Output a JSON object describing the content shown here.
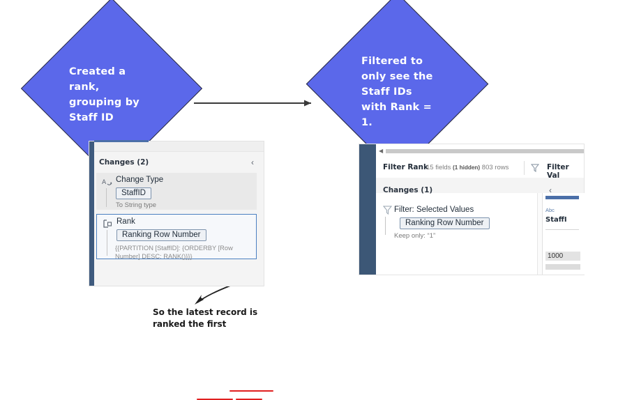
{
  "callouts": [
    {
      "id": "created-rank",
      "text": "Created a\nrank,\ngrouping by\nStaff ID",
      "color": "#5b68ea"
    },
    {
      "id": "filtered-rank",
      "text": "Filtered to\nonly see the\nStaff IDs\nwith Rank =\n1.",
      "color": "#5b68ea"
    }
  ],
  "left_panel": {
    "changes_header": "Changes (2)",
    "collapse_chevron": "‹",
    "cards": [
      {
        "icon": "change-type-icon",
        "title": "Change Type",
        "pill": "StaffID",
        "sub": "To String type"
      },
      {
        "icon": "rank-step-icon",
        "title": "Rank",
        "pill": "Ranking Row Number",
        "formula": "{{PARTITION [StaffID]: {ORDERBY [Row Number] DESC: RANK()}}}"
      }
    ]
  },
  "right_panel": {
    "toolbar": {
      "title": "Filter Rank",
      "fields": "15 fields",
      "hidden": "(1 hidden)",
      "rows": "803 rows",
      "filter_icon": "funnel-icon",
      "filter_label": "Filter Val"
    },
    "changes_header": "Changes (1)",
    "collapse_chevron": "‹",
    "card": {
      "icon": "funnel-icon",
      "title": "Filter: Selected Values",
      "pill": "Ranking Row Number",
      "sub": "Keep only: “1”"
    },
    "grid": {
      "type_label": "Abc",
      "field_name": "StaffI",
      "first_value": "1000"
    }
  },
  "annotation": {
    "text": "So the latest record is\nranked the first",
    "arrow": "curved-arrow",
    "highlight_color": "#e02020"
  }
}
